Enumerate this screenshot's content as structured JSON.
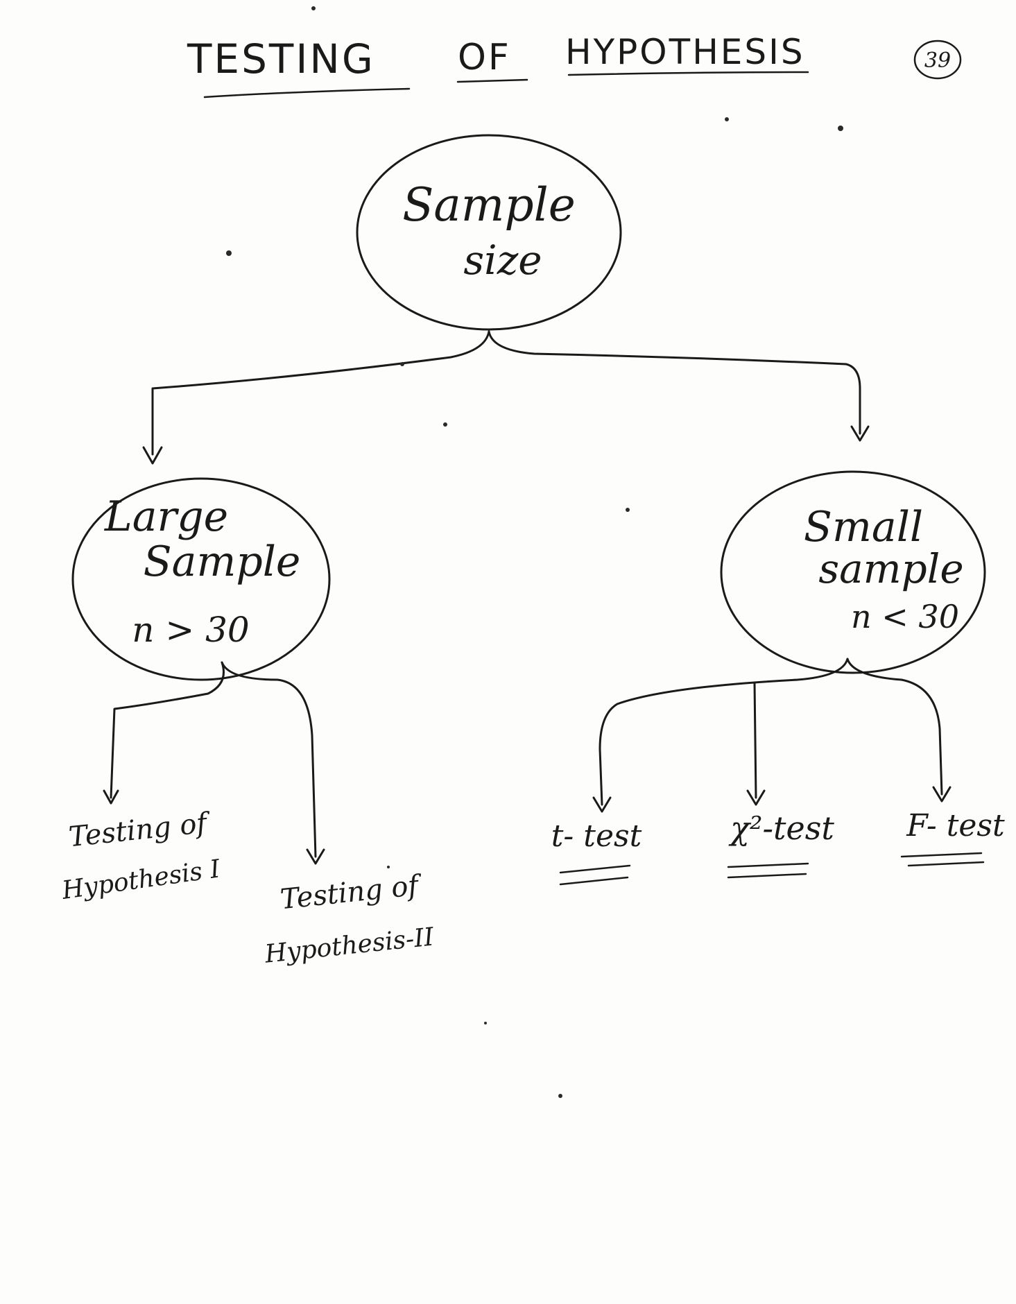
{
  "title": {
    "word1": "TESTING",
    "word2": "OF",
    "word3": "HYPOTHESIS"
  },
  "page_number": "39",
  "nodes": {
    "root": {
      "line1": "Sample",
      "line2": "size"
    },
    "large": {
      "line1": "Large",
      "line2": "Sample",
      "line3": "n > 30"
    },
    "small": {
      "line1": "Small",
      "line2": "sample",
      "line3": "n < 30"
    }
  },
  "leaves": {
    "hyp1": {
      "line1": "Testing of",
      "line2": "Hypothesis I"
    },
    "hyp2": {
      "line1": "Testing of",
      "line2": "Hypothesis-II"
    },
    "t_test": {
      "label": "t- test"
    },
    "chi_test": {
      "label": "χ²-test"
    },
    "f_test": {
      "label": "F- test"
    }
  },
  "colors": {
    "ink": "#1a1a1a",
    "paper": "#fdfdfc"
  }
}
